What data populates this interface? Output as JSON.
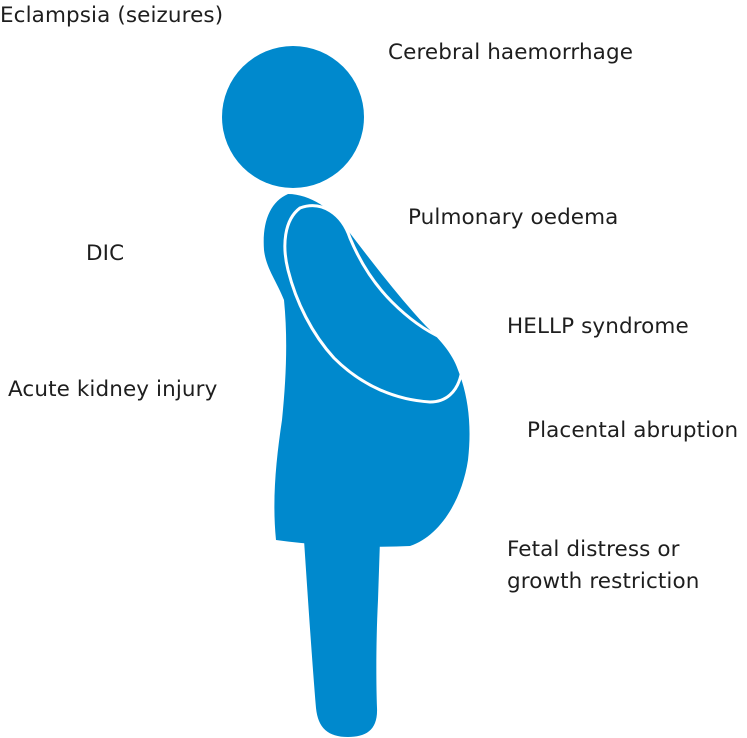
{
  "colors": {
    "figure_fill": "#0089cd",
    "figure_outline": "#ffffff",
    "text": "#1e1e1e"
  },
  "labels": {
    "eclampsia": "Eclampsia (seizures)",
    "cerebral": "Cerebral haemorrhage",
    "pulmonary": "Pulmonary oedema",
    "dic": "DIC",
    "hellp": "HELLP syndrome",
    "aki": "Acute kidney injury",
    "placental": "Placental abruption",
    "fetal_line1": "Fetal distress or",
    "fetal_line2": "growth restriction"
  }
}
